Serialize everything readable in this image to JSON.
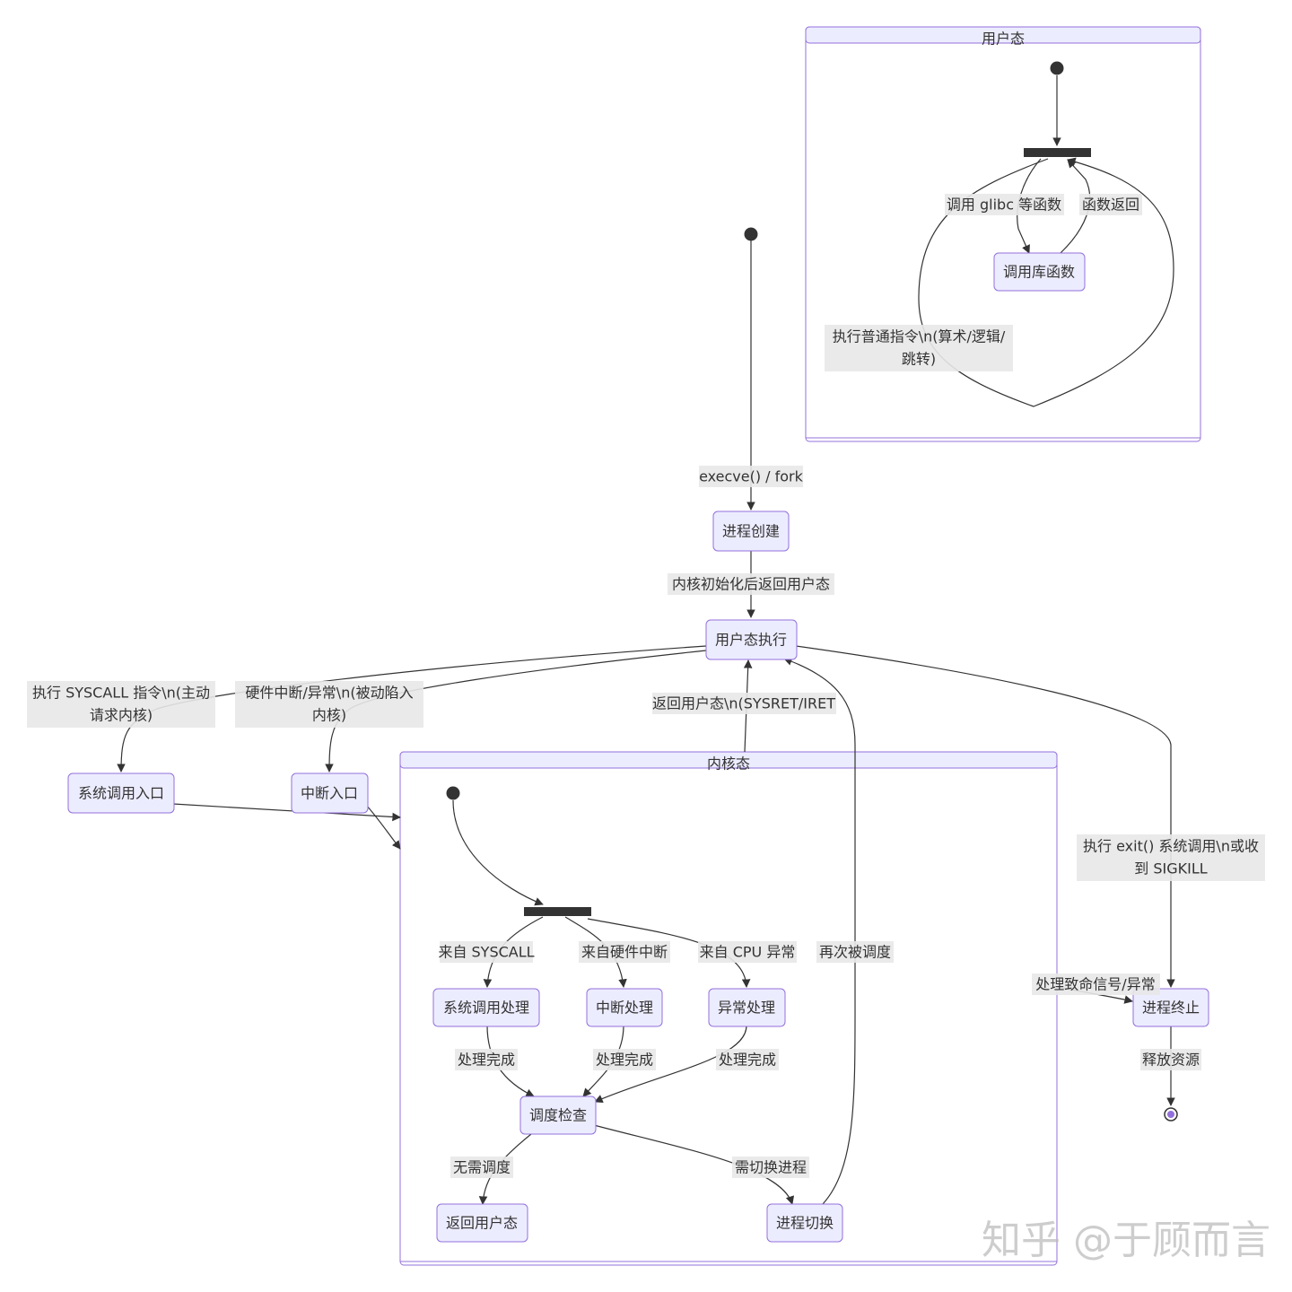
{
  "clusters": {
    "user_mode": "用户态",
    "kernel_mode": "内核态"
  },
  "states": {
    "process_create": "进程创建",
    "user_exec": "用户态执行",
    "syscall_entry": "系统调用入口",
    "interrupt_entry": "中断入口",
    "process_exit": "进程终止",
    "call_lib": "调用库函数",
    "syscall_handle": "系统调用处理",
    "interrupt_handle": "中断处理",
    "exception_handle": "异常处理",
    "schedule_check": "调度检查",
    "return_user": "返回用户态",
    "process_switch": "进程切换"
  },
  "transitions": {
    "execve": "execve() / fork",
    "kernel_init_return": "内核初始化后返回用户态",
    "syscall_trigger_1": "执行 SYSCALL 指令\\n(主动",
    "syscall_trigger_2": "请求内核)",
    "hw_trigger_1": "硬件中断/异常\\n(被动陷入",
    "hw_trigger_2": "内核)",
    "return_user_sysret": "返回用户态\\n(SYSRET/IRET",
    "exit_1": "执行 exit() 系统调用\\n或收",
    "exit_2": "到 SIGKILL",
    "fatal": "处理致命信号/异常",
    "release": "释放资源",
    "call_glibc": "调用 glibc 等函数",
    "func_return": "函数返回",
    "normal_instr_1": "执行普通指令\\n(算术/逻辑/",
    "normal_instr_2": "跳转)",
    "from_syscall": "来自 SYSCALL",
    "from_hw": "来自硬件中断",
    "from_cpu": "来自 CPU 异常",
    "done_1": "处理完成",
    "done_2": "处理完成",
    "done_3": "处理完成",
    "no_schedule": "无需调度",
    "need_switch": "需切换进程",
    "rescheduled": "再次被调度"
  },
  "watermark": "知乎 @于顾而言"
}
